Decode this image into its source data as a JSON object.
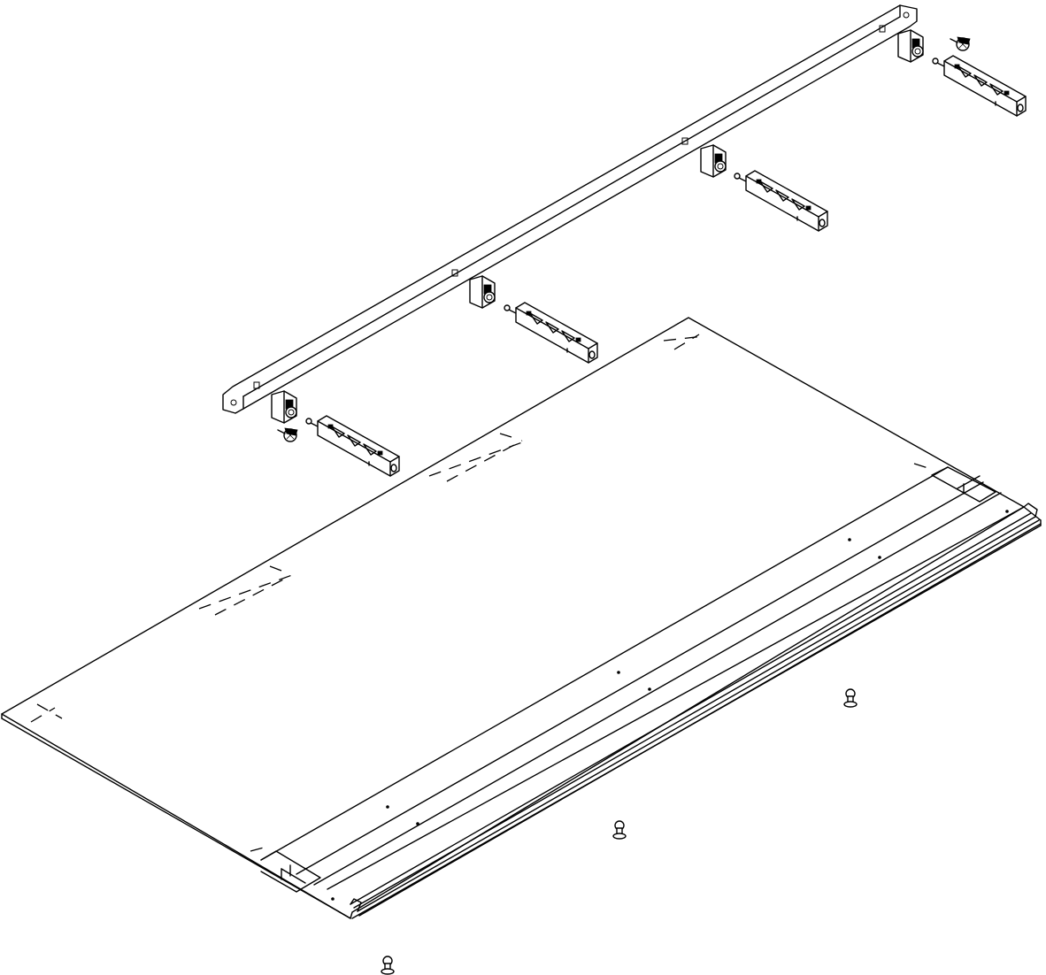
{
  "drawing": {
    "style": "line-art",
    "stroke_color": "#000000",
    "background_color": "#ffffff"
  },
  "parts": {
    "mounting_rail": {
      "icon": "mounting-rail-icon",
      "count": 1
    },
    "clip_blocks": {
      "icon": "clip-block-icon",
      "count": 4
    },
    "connector_bars": {
      "icon": "connector-bar-icon",
      "count": 4
    },
    "screws": {
      "icon": "screw-icon",
      "count": 2
    },
    "panel": {
      "icon": "panel-icon",
      "count": 1
    },
    "mushroom_pins": {
      "icon": "mushroom-pin-icon",
      "count": 3
    }
  }
}
